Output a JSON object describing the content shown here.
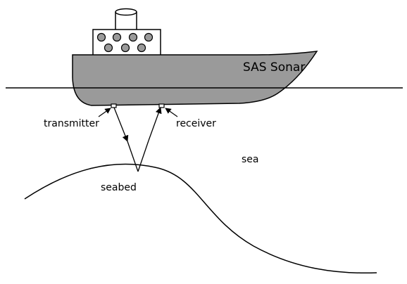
{
  "labels": {
    "ship_name": "SAS Sonar",
    "transmitter": "transmitter",
    "receiver": "receiver",
    "sea": "sea",
    "seabed": "seabed"
  },
  "colors": {
    "hull": "#9a9a9a",
    "portholes": "#9a9a9a",
    "line": "#000000",
    "background": "#ffffff"
  }
}
